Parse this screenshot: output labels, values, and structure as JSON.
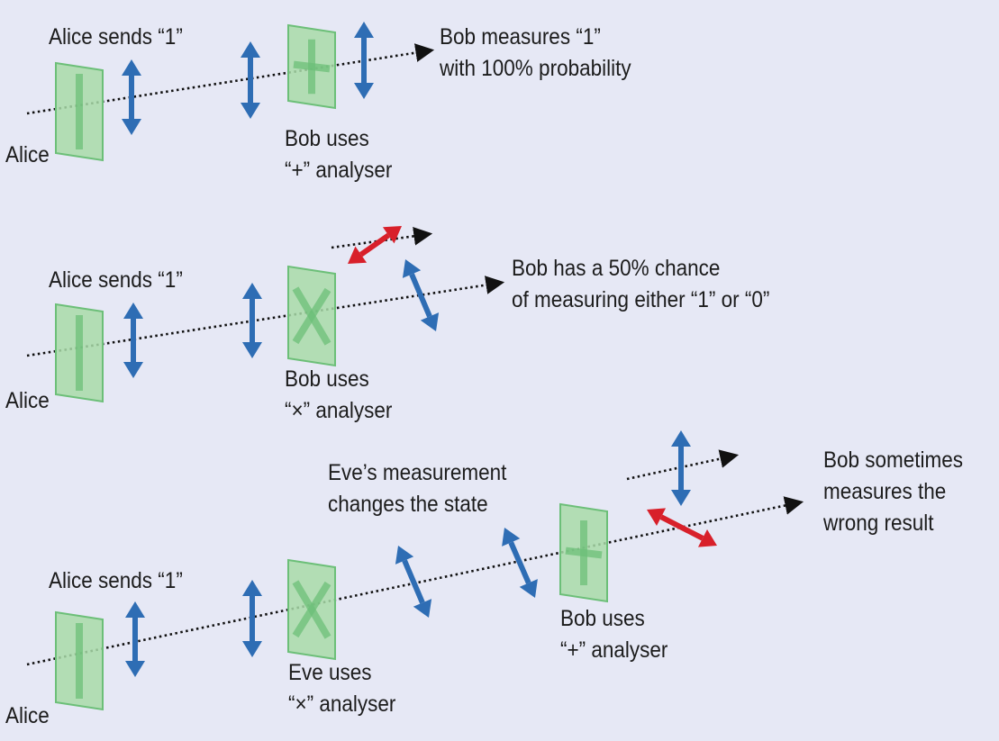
{
  "colors": {
    "background": "#e6e8f5",
    "analyser_fill": "#a8dba8",
    "analyser_edge": "#6cbf78",
    "polarisation_blue": "#2e6db4",
    "polarisation_red": "#d8202a",
    "beam": "#111111"
  },
  "panels": [
    {
      "alice_sends": "Alice sends “1”",
      "alice": "Alice",
      "analyser_type": "+",
      "analyser_caption": [
        "Bob uses",
        "“+” analyser"
      ],
      "result": [
        "Bob measures “1”",
        "with 100% probability"
      ]
    },
    {
      "alice_sends": "Alice sends “1”",
      "alice": "Alice",
      "analyser_type": "x",
      "analyser_caption": [
        "Bob uses",
        "“×” analyser"
      ],
      "result": [
        "Bob has a 50% chance",
        "of measuring either “1” or “0”"
      ]
    },
    {
      "alice_sends": "Alice sends “1”",
      "alice": "Alice",
      "eve_note": [
        "Eve’s measurement",
        "changes the state"
      ],
      "eve_type": "x",
      "eve_caption": [
        "Eve uses",
        "“×” analyser"
      ],
      "analyser_type": "+",
      "analyser_caption": [
        "Bob uses",
        "“+” analyser"
      ],
      "result": [
        "Bob sometimes",
        "measures the",
        "wrong result"
      ]
    }
  ]
}
